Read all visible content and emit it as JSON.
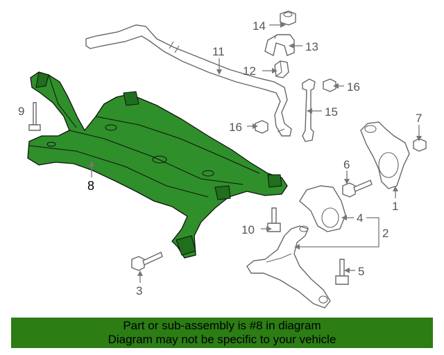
{
  "callouts": {
    "c1": "1",
    "c2": "2",
    "c3": "3",
    "c4": "4",
    "c5": "5",
    "c6": "6",
    "c7": "7",
    "c8": "8",
    "c9": "9",
    "c10": "10",
    "c11": "11",
    "c12": "12",
    "c13": "13",
    "c14": "14",
    "c15": "15",
    "c16a": "16",
    "c16b": "16"
  },
  "banner": {
    "line1": "Part or sub-assembly is #8 in diagram",
    "line2": "Diagram may not be specific to your vehicle"
  },
  "colors": {
    "highlight": "#2f8f2a",
    "banner": "#2b7d14",
    "linework": "#666666"
  }
}
